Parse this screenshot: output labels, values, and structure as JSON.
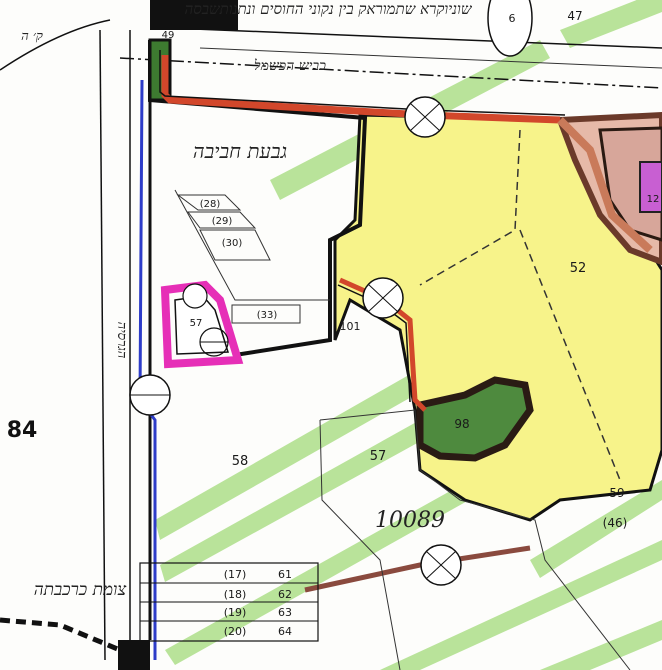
{
  "header_text": "שוניוקרא שתמוראק בין נקוני החוסים ונתנותשבסה",
  "area_name": "גבעת חביבה",
  "settlement_name": "צומת כרכבתה",
  "road_label": "כביש הפשמל",
  "road_label_top_left": "ק׳ ה",
  "vertical_road_text": "הגרסיה",
  "sheet_number": "84",
  "block_number": "10089",
  "parcels": {
    "p47": "47",
    "p49": "49",
    "p52": "52",
    "p57a": "57",
    "p57b": "57",
    "p58": "58",
    "p59": "59",
    "p98": "98",
    "p101": "101",
    "p12": "12",
    "p28": "(28)",
    "p29": "(29)",
    "p30": "(30)",
    "p33": "(33)",
    "p46": "(46)",
    "p17": "(17)",
    "p18": "(18)",
    "p19": "(19)",
    "p20": "(20)",
    "p61": "61",
    "p62": "62",
    "p63": "63",
    "p64": "64",
    "p6": "6"
  },
  "colors": {
    "yellow_area": "#f7f38a",
    "green_band": "#b9e39a",
    "green_dark": "#4e8a3e",
    "road_red": "#d2472b",
    "road_brown": "#8a4a3e",
    "magenta": "#e62fb7",
    "boundary": "#111111",
    "blue_edge": "#2d3cc8",
    "purple": "#c85fd2"
  }
}
